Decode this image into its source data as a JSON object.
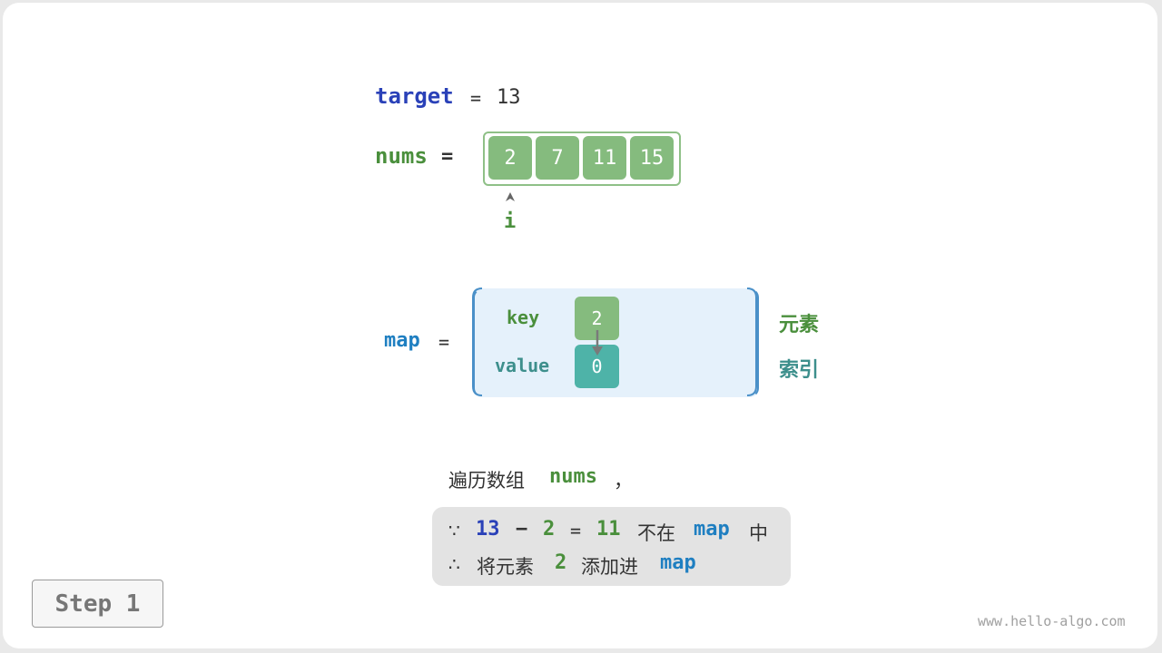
{
  "target": {
    "label": "target",
    "eq": "=",
    "value": "13"
  },
  "nums": {
    "label": "nums",
    "eq": "=",
    "values": [
      "2",
      "7",
      "11",
      "15"
    ],
    "pointer": "i"
  },
  "map": {
    "label": "map",
    "eq": "=",
    "key_label": "key",
    "value_label": "value",
    "key": "2",
    "value": "0",
    "key_desc": "元素",
    "value_desc": "索引"
  },
  "caption": {
    "text": "遍历数组",
    "var": "nums",
    "comma": "，"
  },
  "explain": {
    "line1": {
      "because": "∵",
      "a": "13",
      "minus": "−",
      "b": "2",
      "eq": "=",
      "c": "11",
      "not_in": "不在",
      "map": "map",
      "zhong": "中"
    },
    "line2": {
      "therefore": "∴",
      "add": "将元素",
      "b": "2",
      "into": "添加进",
      "map": "map"
    }
  },
  "step_label": "Step 1",
  "watermark": "www.hello-algo.com",
  "colors": {
    "blue": "#2a41b8",
    "green": "#4a8f3c",
    "map_blue": "#1f7fc1",
    "teal": "#3d8f8c",
    "cell_green": "#85bb7e",
    "cell_teal": "#4eb3a8"
  }
}
